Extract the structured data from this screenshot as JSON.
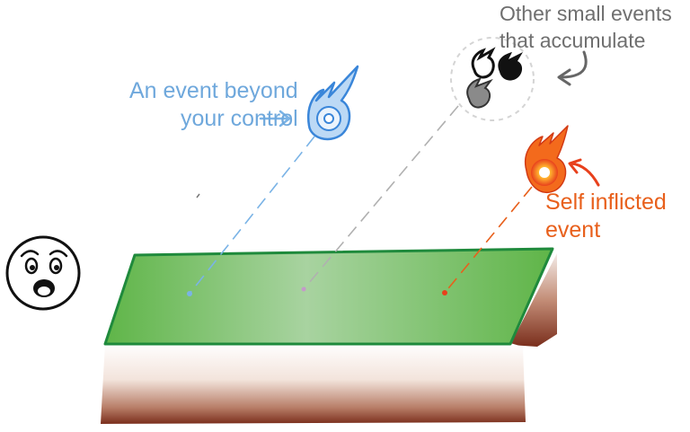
{
  "labels": {
    "external_event": [
      "An event beyond",
      "your control"
    ],
    "small_events": [
      "Other small events",
      "that accumulate"
    ],
    "self_inflicted": [
      "Self inflicted",
      "event"
    ]
  },
  "colors": {
    "external_event": "#6fa8dc",
    "small_events": "#6f6f6f",
    "self_inflicted": "#e8601c",
    "ground_top": "#6cbf4c",
    "ground_edge": "#1f8a3c",
    "soil_dark": "#7a2e1c"
  },
  "icons": {
    "face": "worried-face-icon",
    "blue_meteor": "blue-comet-icon",
    "small_meteors": "small-comet-icons",
    "fire_meteor": "fire-comet-icon"
  }
}
